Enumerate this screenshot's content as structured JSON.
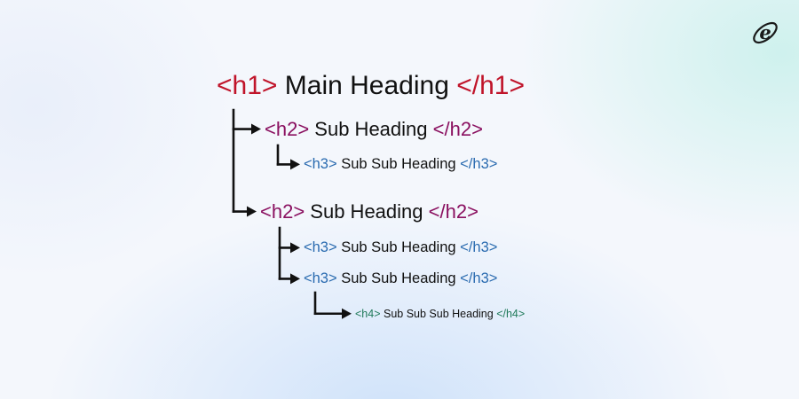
{
  "diagram": {
    "colors": {
      "h1": "#c0142a",
      "h2": "#8a1060",
      "h3": "#2a6bb0",
      "h4": "#1f7a5a",
      "text": "#111111",
      "connector": "#111111"
    },
    "nodes": [
      {
        "id": "h1-main",
        "level": 1,
        "parent": null,
        "open_tag": "<h1>",
        "text": "Main Heading",
        "close_tag": "</h1>"
      },
      {
        "id": "h2-first",
        "level": 2,
        "parent": "h1-main",
        "open_tag": "<h2>",
        "text": "Sub Heading",
        "close_tag": "</h2>"
      },
      {
        "id": "h3-first",
        "level": 3,
        "parent": "h2-first",
        "open_tag": "<h3>",
        "text": "Sub Sub Heading",
        "close_tag": "</h3>"
      },
      {
        "id": "h2-second",
        "level": 2,
        "parent": "h1-main",
        "open_tag": "<h2>",
        "text": "Sub Heading",
        "close_tag": "</h2>"
      },
      {
        "id": "h3-second",
        "level": 3,
        "parent": "h2-second",
        "open_tag": "<h3>",
        "text": "Sub Sub Heading",
        "close_tag": "</h3>"
      },
      {
        "id": "h3-third",
        "level": 3,
        "parent": "h2-second",
        "open_tag": "<h3>",
        "text": "Sub Sub Heading",
        "close_tag": "</h3>"
      },
      {
        "id": "h4-first",
        "level": 4,
        "parent": "h3-third",
        "open_tag": "<h4>",
        "text": "Sub Sub Sub Heading",
        "close_tag": "</h4>"
      }
    ]
  },
  "logo": {
    "icon": "brand-e-logo-icon",
    "letter": "e"
  }
}
